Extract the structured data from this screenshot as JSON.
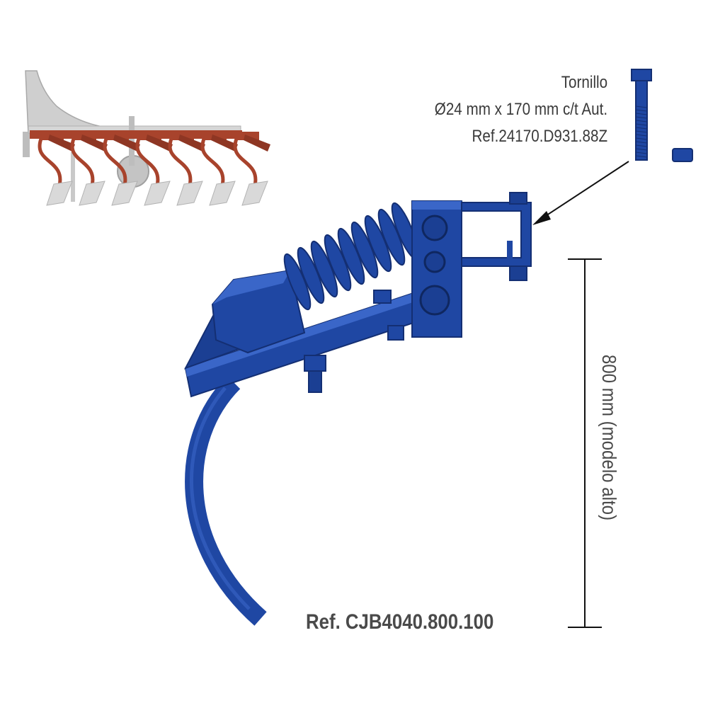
{
  "bolt": {
    "title": "Tornillo",
    "spec": "Ø24 mm x 170 mm c/t Aut.",
    "ref": "Ref.24170.D931.88Z"
  },
  "dimension": {
    "label": "800 mm (modelo alto)"
  },
  "product": {
    "ref": "Ref. CJB4040.800.100"
  },
  "colors": {
    "tine_blue": "#1f47a3",
    "tine_blue_dark": "#142f73",
    "tine_blue_light": "#3a66c8",
    "frame_red": "#a8432c",
    "frame_grey": "#c8c8c8",
    "text": "#3a3a3a"
  },
  "icons": {
    "thumbnail": "cultivator-frame-thumbnail",
    "main": "spring-tine-assembly",
    "bolt": "hex-bolt-icon",
    "nut": "hex-nut-icon"
  }
}
